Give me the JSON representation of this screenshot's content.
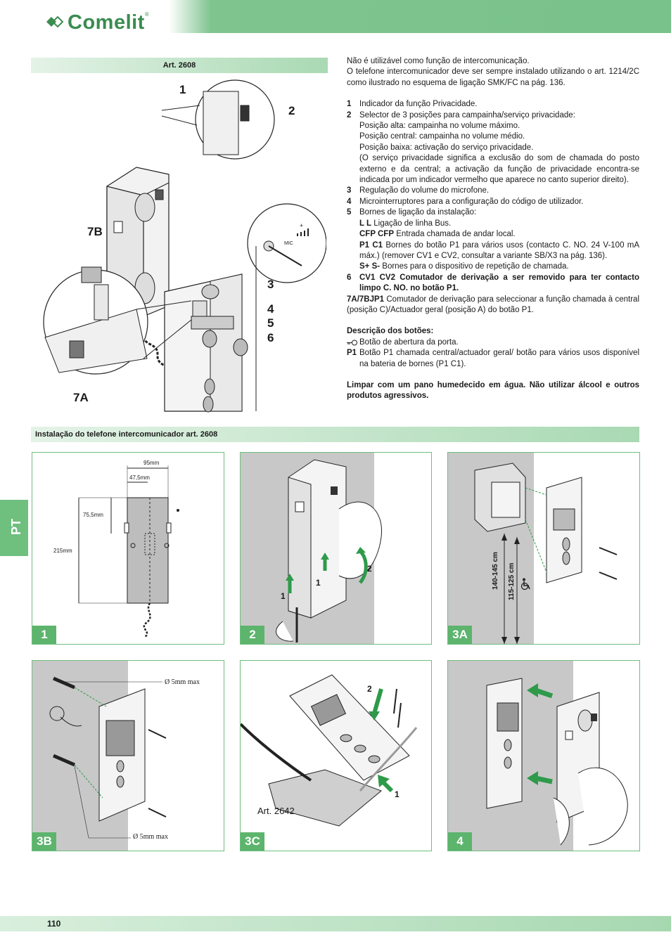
{
  "header": {
    "brand": "Comelit",
    "reg": "®"
  },
  "sections": {
    "article_title": "Art. 2608",
    "install_title": "Instalação do telefone intercomunicador art. 2608"
  },
  "side_tab": "PT",
  "page_number": "110",
  "callouts": {
    "c1": "1",
    "c2": "2",
    "c3": "3",
    "c4": "4",
    "c5": "5",
    "c6": "6",
    "c7a": "7A",
    "c7b": "7B"
  },
  "text": {
    "intro1": "Não é utilizável como função de intercomunicação.",
    "intro2": "O telefone intercomunicador deve ser sempre instalado utilizando o art. 1214/2C como ilustrado no esquema de ligação SMK/FC na pág. 136.",
    "items": [
      {
        "num": "1",
        "text": "Indicador da função Privacidade."
      },
      {
        "num": "2",
        "text": "Selector de 3 posições para campainha/serviço privacidade:"
      }
    ],
    "item2_sub": [
      "Posição alta: campainha no volume máximo.",
      "Posição central: campainha no volume médio.",
      "Posição baixa: activação do serviço privacidade.",
      "(O serviço privacidade significa a exclusão do som de chamada do posto externo e da central; a activação da função de privacidade encontra-se indicada por um indicador vermelho que aparece no canto superior direito)."
    ],
    "item3": {
      "num": "3",
      "text": "Regulação do volume do microfone."
    },
    "item4": {
      "num": "4",
      "text": "Microinterruptores para a configuração do código de utilizador."
    },
    "item5": {
      "num": "5",
      "text": "Bornes de ligação da instalação:"
    },
    "item5_sub": [
      {
        "term": "L L",
        "text": " Ligação de linha Bus."
      },
      {
        "term": "CFP CFP",
        "text": " Entrada chamada de andar local."
      },
      {
        "term": "P1 C1",
        "text": " Bornes do botão P1 para vários usos (contacto C. NO. 24 V-100 mA máx.) (remover CV1 e CV2, consultar a variante SB/X3 na pág. 136)."
      },
      {
        "term": "S+ S-",
        "text": " Bornes para o dispositivo de repetição de chamada."
      }
    ],
    "item6": {
      "num": "6",
      "text": "CV1 CV2 Comutador de derivação a ser removido para ter contacto limpo C. NO. no botão P1."
    },
    "item7": {
      "num": "7A/7BJP1",
      "text": " Comutador de derivação para seleccionar a função chamada à central (posição C)/Actuador geral (posição A) do botão P1."
    },
    "buttons_title": "Descrição dos botões:",
    "button_key": "Botão de abertura da porta.",
    "button_p1_label": "P1",
    "button_p1": "Botão P1 chamada central/actuador geral/ botão para vários usos disponível na bateria de bornes (P1 C1).",
    "cleaning": "Limpar com um pano humedecido em água. Não utilizar álcool e outros produtos agressivos."
  },
  "panels": {
    "p1": {
      "label": "1",
      "dim_95": "95mm",
      "dim_47": "47,5mm",
      "dim_75": "75,5mm",
      "dim_215": "215mm"
    },
    "p2": {
      "label": "2",
      "step1": "1",
      "step1b": "1",
      "step2": "2"
    },
    "p3a": {
      "label": "3A",
      "h1": "140-145 cm",
      "h2": "115-125 cm"
    },
    "p3b": {
      "label": "3B",
      "hole1": "Ø 5mm max",
      "hole2": "Ø 5mm max"
    },
    "p3c": {
      "label": "3C",
      "art": "Art. 2642",
      "step1": "1",
      "step2": "2"
    },
    "p4": {
      "label": "4"
    }
  },
  "colors": {
    "brand_green": "#3a8c4f",
    "bar_green": "#79c28b",
    "panel_border": "#6dbf7e",
    "label_green": "#5db46d",
    "arrow_green": "#2e9a4a",
    "wall_gray": "#c8c8c8"
  }
}
